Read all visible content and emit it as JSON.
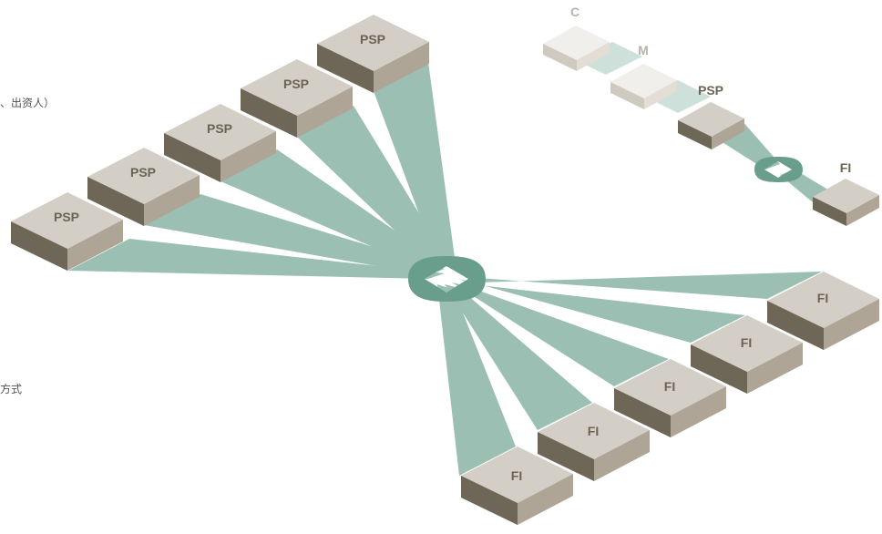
{
  "left_text": {
    "line1": "、出资人）",
    "line2": "方式"
  },
  "main": {
    "psp_label": "PSP",
    "fi_label": "FI"
  },
  "inset": {
    "c_label": "C",
    "m_label": "M",
    "psp_label": "PSP",
    "fi_label": "FI"
  },
  "colors": {
    "fan": "#9bbfb3",
    "fan_light": "#c9ddd6",
    "hub": "#6a9e8c",
    "box_top": "#d4cfc6",
    "box_right": "#aea596",
    "box_left": "#6e6656",
    "label": "#6b6455",
    "faded_label": "#b8b3aa"
  }
}
